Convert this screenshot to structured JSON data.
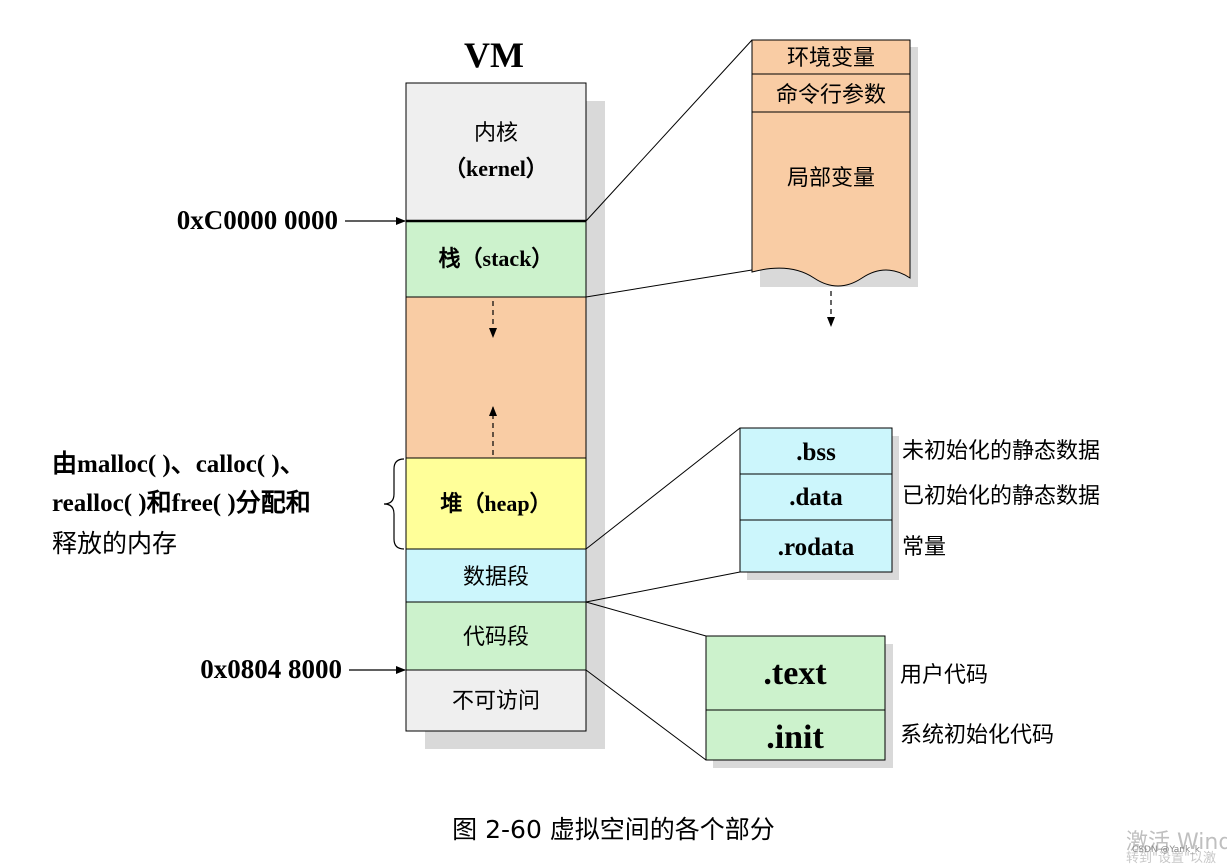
{
  "title": "VM",
  "vm_segments": {
    "kernel_line1": "内核",
    "kernel_line2": "（kernel）",
    "stack": "栈（stack）",
    "heap": "堆（heap）",
    "data_segment": "数据段",
    "code_segment": "代码段",
    "no_access": "不可访问"
  },
  "addresses": {
    "kernel_start": "0xC0000 0000",
    "program_start": "0x0804 8000"
  },
  "heap_note": {
    "line1": "由malloc( )、calloc( )、",
    "line2": "realloc( )和free( )分配和",
    "line3": "释放的内存"
  },
  "stack_detail": {
    "env": "环境变量",
    "args": "命令行参数",
    "locals": "局部变量"
  },
  "data_detail": {
    "rows": [
      {
        "name": ".bss",
        "desc": "未初始化的静态数据"
      },
      {
        "name": ".data",
        "desc": "已初始化的静态数据"
      },
      {
        "name": ".rodata",
        "desc": "常量"
      }
    ]
  },
  "code_detail": {
    "rows": [
      {
        "name": ".text",
        "desc": "用户代码"
      },
      {
        "name": ".init",
        "desc": "系统初始化代码"
      }
    ]
  },
  "caption": "图 2-60  虚拟空间的各个部分",
  "watermark": {
    "line1": "激活 Windo",
    "line2": "转到\"设置\"以激",
    "csdn": "CSDN @Yank_k"
  },
  "colors": {
    "kernel": "#efefef",
    "stack": "#ccf2cc",
    "gap": "#f9cca4",
    "heap": "#ffff99",
    "data": "#ccf6fc",
    "code": "#ccf2cc",
    "no_access": "#efefef",
    "stack_detail": "#f9cca4",
    "data_detail": "#ccf6fc",
    "code_detail": "#ccf2cc",
    "shadow": "#d9d9d9"
  }
}
